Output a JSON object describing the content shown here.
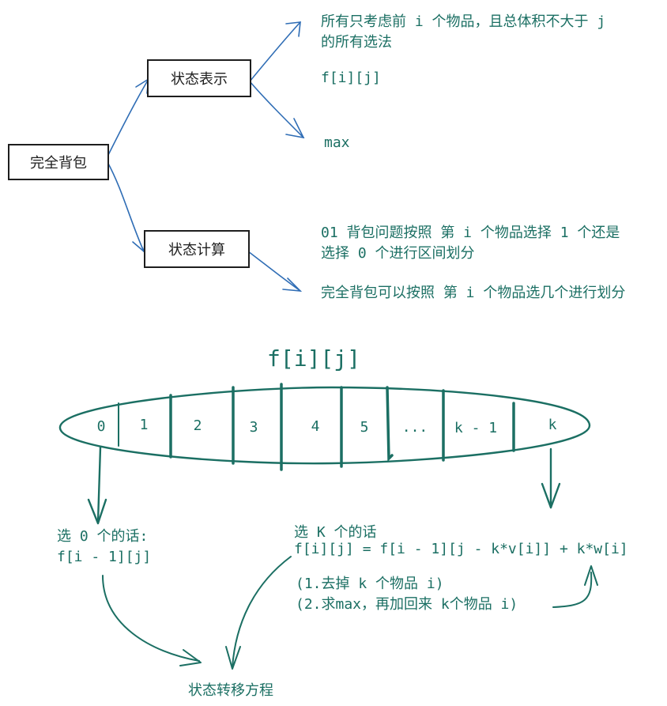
{
  "nodes": {
    "root": "完全背包",
    "state_repr": "状态表示",
    "state_calc": "状态计算"
  },
  "repr": {
    "set_line1": "所有只考虑前  i  个物品，且总体积不大于  j",
    "set_line2": "的所有选法",
    "array": "f[i][j]",
    "attr": "max"
  },
  "calc": {
    "zero_one_line1": "01  背包问题按照  第  i  个物品选择  1  个还是",
    "zero_one_line2": "选择  0  个进行区间划分",
    "complete": "完全背包可以按照  第  i  个物品选几个进行划分"
  },
  "partition": {
    "title": "f[i][j]",
    "cells": [
      "0",
      "1",
      "2",
      "3",
      "4",
      "5",
      "...",
      "k - 1",
      "k"
    ]
  },
  "select_zero": {
    "label": "选  0  个的话:",
    "formula": "f[i - 1][j]"
  },
  "select_k": {
    "label": "选  K  个的话",
    "formula": "f[i][j] = f[i - 1][j - k*v[i]] + k*w[i]",
    "note1": "(1.去掉  k  个物品  i)",
    "note2": "(2.求max，再加回来  k个物品  i)"
  },
  "transition": "状态转移方程",
  "colors": {
    "green": "#1b6f63",
    "blue": "#2f6db5",
    "black": "#1e1e1e"
  }
}
